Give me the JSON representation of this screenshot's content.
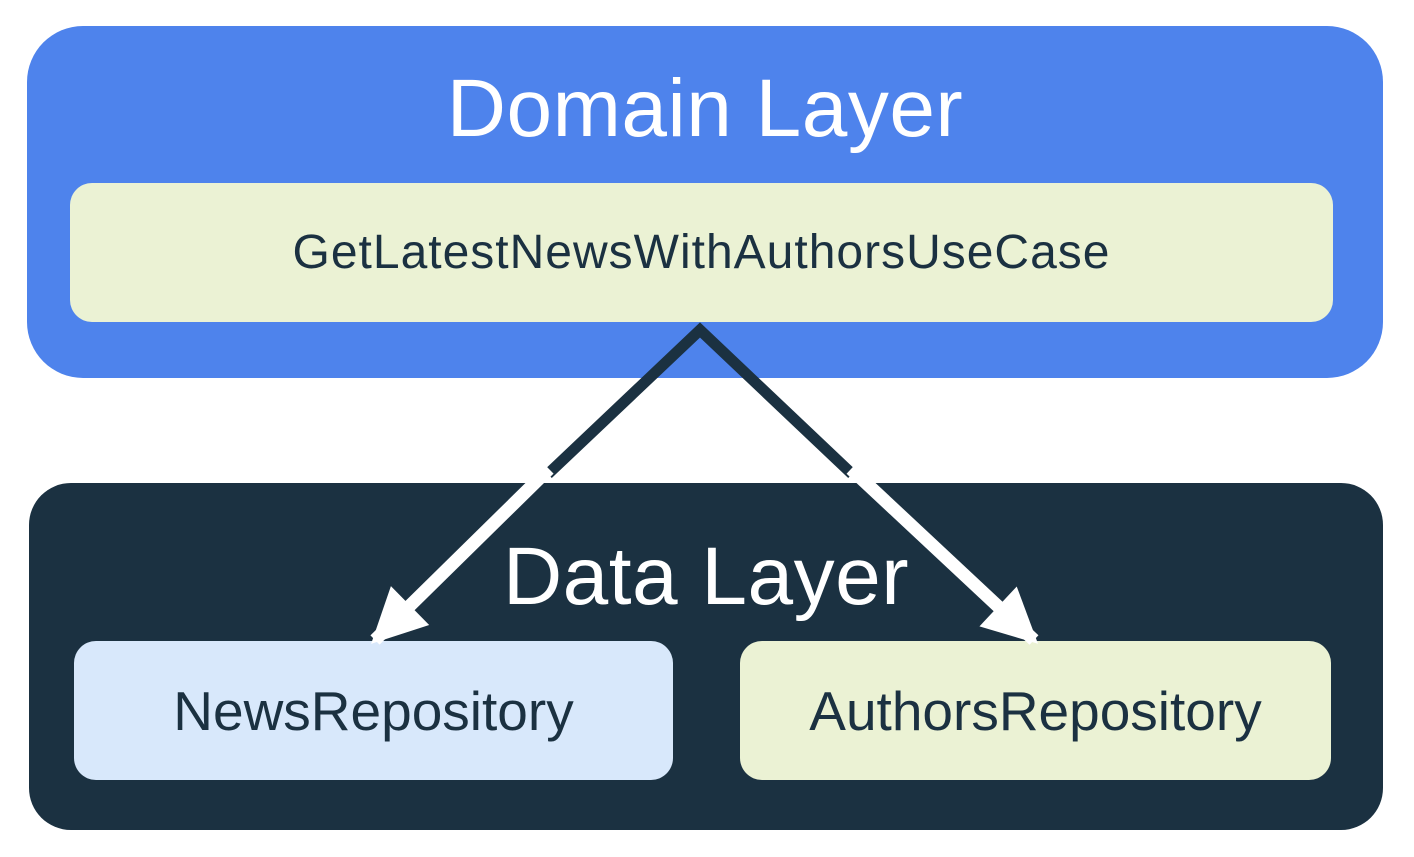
{
  "diagram": {
    "domain_layer": {
      "title": "Domain Layer",
      "use_case": {
        "label": "GetLatestNewsWithAuthorsUseCase"
      }
    },
    "data_layer": {
      "title": "Data Layer",
      "repositories": [
        {
          "label": "NewsRepository"
        },
        {
          "label": "AuthorsRepository"
        }
      ]
    },
    "arrows": [
      {
        "from": "GetLatestNewsWithAuthorsUseCase",
        "to": "NewsRepository"
      },
      {
        "from": "GetLatestNewsWithAuthorsUseCase",
        "to": "AuthorsRepository"
      }
    ]
  },
  "colors": {
    "background": "#FFFFFF",
    "domain_layer_fill": "#4E83EC",
    "data_layer_fill": "#1B3141",
    "usecase_fill": "#EBF2D4",
    "news_repository_fill": "#D8E8FB",
    "authors_repository_fill": "#EBF2D4",
    "layer_title_text": "#FFFFFF",
    "node_text": "#1B3141",
    "arrow_dark": "#1B3141",
    "arrow_light": "#FFFFFF"
  }
}
